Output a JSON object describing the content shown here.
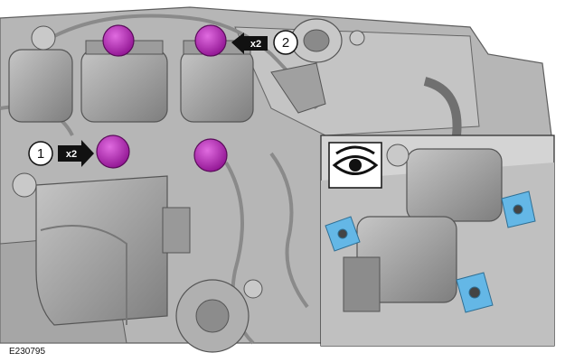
{
  "figure": {
    "code": "E230795",
    "colors": {
      "fastener_highlight": "#b21fb0",
      "bracket_highlight": "#64b7e6",
      "metal": "#a8a8a8",
      "background": "#ffffff"
    }
  },
  "callouts": [
    {
      "number": "1",
      "quantity": "x2"
    },
    {
      "number": "2",
      "quantity": "x2"
    }
  ],
  "inset": {
    "icon": "eye-icon"
  }
}
